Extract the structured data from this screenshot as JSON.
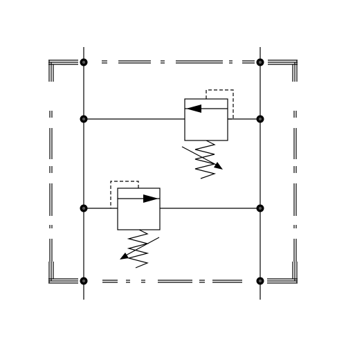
{
  "diagram": {
    "type": "hydraulic-schematic",
    "components": [
      {
        "kind": "enclosure-boundary",
        "style": "dash-dot"
      },
      {
        "kind": "main-line",
        "count": 2
      },
      {
        "kind": "pressure-relief-valve",
        "adjustable": true,
        "spring": true,
        "flow_direction": "left",
        "pilot": "dashed"
      },
      {
        "kind": "pressure-relief-valve",
        "adjustable": true,
        "spring": true,
        "flow_direction": "right",
        "pilot": "dashed"
      },
      {
        "kind": "junction-node",
        "count": 8
      }
    ]
  },
  "colors": {
    "line": "#000000",
    "background": "#ffffff"
  }
}
